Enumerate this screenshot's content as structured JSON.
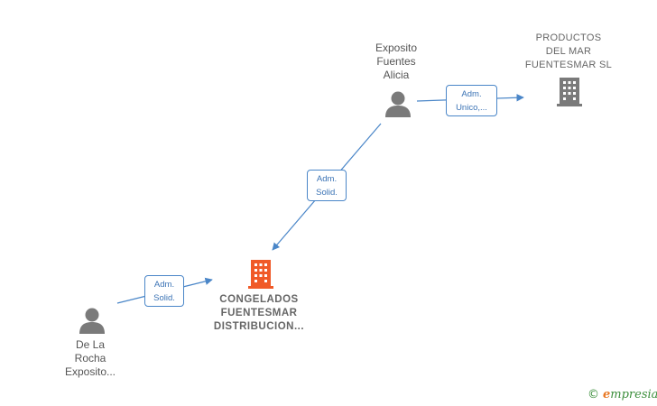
{
  "nodes": {
    "person_top": {
      "name": [
        "Exposito",
        "Fuentes",
        "Alicia"
      ]
    },
    "company_top": {
      "name": [
        "PRODUCTOS",
        "DEL MAR",
        "FUENTESMAR SL"
      ]
    },
    "company_focus": {
      "name": [
        "CONGELADOS",
        "FUENTESMAR",
        "DISTRIBUCION..."
      ]
    },
    "person_bottom": {
      "name": [
        "De La",
        "Rocha",
        "Exposito..."
      ]
    }
  },
  "edges": {
    "top_to_company": [
      "Adm.",
      "Unico,..."
    ],
    "top_to_focus": [
      "Adm.",
      "Solid."
    ],
    "bottom_to_focus": [
      "Adm.",
      "Solid."
    ]
  },
  "brand": {
    "copyright": "©",
    "initial": "e",
    "rest": "mpresia"
  },
  "colors": {
    "person": "#7a7a7a",
    "company": "#7a7a7a",
    "focus": "#f05a28",
    "edge": "#4a86c8"
  }
}
